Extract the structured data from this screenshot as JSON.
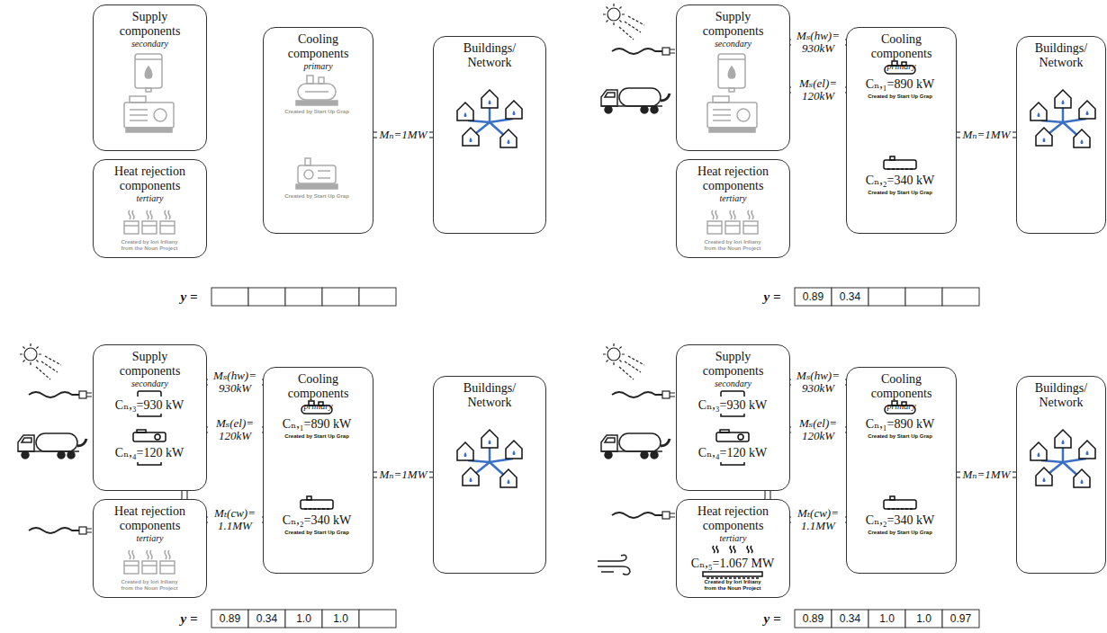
{
  "diagram": {
    "nodes": [
      {
        "text": [
          "Supply components",
          "secondary"
        ]
      },
      {
        "text": [
          "Heat rejection components",
          "tertiary"
        ]
      },
      {
        "text": [
          "Cooling components",
          "primary"
        ]
      },
      {
        "text": [
          "Buildings/ Network"
        ]
      },
      {
        "text": [
          "Supply components",
          "secondary"
        ]
      },
      {
        "text": [
          "Heat rejection components",
          "tertiary"
        ]
      },
      {
        "text": [
          "Cooling components",
          "primary"
        ]
      },
      {
        "text": [
          "Buildings/ Network"
        ]
      },
      {
        "text": [
          "Supply components",
          "secondary"
        ]
      },
      {
        "text": [
          "Heat rejection components",
          "tertiary"
        ]
      },
      {
        "text": [
          "Cooling components",
          "primary"
        ]
      },
      {
        "text": [
          "Buildings/ Network"
        ]
      },
      {
        "text": [
          "Supply components",
          "secondary"
        ]
      },
      {
        "text": [
          "Heat rejection components",
          "tertiary"
        ]
      },
      {
        "text": [
          "Cooling components",
          "primary"
        ]
      },
      {
        "text": [
          "Buildings/ Network"
        ]
      }
    ],
    "edges": [
      {
        "from": 2,
        "to": 3,
        "label": "Mₙ=1MW",
        "arrow": "none"
      },
      {
        "from": 4,
        "to": 6,
        "label": "Mₛ(hw)= 930kW",
        "arrow": "none"
      },
      {
        "from": 4,
        "to": 6,
        "label": "Mₛ(el)= 120kW",
        "arrow": "none"
      },
      {
        "from": 6,
        "to": 7,
        "label": "Mₙ=1MW",
        "arrow": "none"
      },
      {
        "from": 8,
        "to": 10,
        "label": "Mₛ(hw)= 930kW",
        "arrow": "none"
      },
      {
        "from": 8,
        "to": 10,
        "label": "Mₛ(el)= 120kW",
        "arrow": "none"
      },
      {
        "from": 9,
        "to": 10,
        "label": "Mₜ(cw)= 1.1MW",
        "arrow": "none"
      },
      {
        "from": 8,
        "to": 9,
        "arrow": "none"
      },
      {
        "from": 10,
        "to": 11,
        "label": "Mₙ=1MW",
        "arrow": "none"
      },
      {
        "from": 12,
        "to": 14,
        "label": "Mₛ(hw)= 930kW",
        "arrow": "none"
      },
      {
        "from": 12,
        "to": 14,
        "label": "Mₛ(el)= 120kW",
        "arrow": "none"
      },
      {
        "from": 13,
        "to": 14,
        "label": "Mₜ(cw)= 1.1MW",
        "arrow": "none"
      },
      {
        "from": 12,
        "to": 13,
        "arrow": "none"
      },
      {
        "from": 14,
        "to": 15,
        "label": "Mₙ=1MW",
        "arrow": "none"
      }
    ],
    "labels": [
      "y =",
      "Created by Start Up Grap",
      "Created by Start Up Grap",
      "Created by Iori Iriliany from the Noun Project",
      "Cₙ,₁=890 kW",
      "Cₙ,₂=340 kW",
      "Created by Start Up Grap",
      "Created by Start Up Grap",
      "Created by Iori Iriliany from the Noun Project",
      "y =",
      "0.89",
      "0.34",
      "Cₙ,₃=930 kW",
      "Cₙ,₄=120 kW",
      "Cₙ,₁=890 kW",
      "Cₙ,₂=340 kW",
      "Created by Start Up Grap",
      "Created by Start Up Grap",
      "Created by Iori Iriliany from the Noun Project",
      "y =",
      "0.89",
      "0.34",
      "1.0",
      "1.0",
      "Cₙ,₃=930 kW",
      "Cₙ,₄=120 kW",
      "Cₙ,₁=890 kW",
      "Cₙ,₂=340 kW",
      "Cₙ,₅=1.067 MW",
      "Created by Start Up Grap",
      "Created by Start Up Grap",
      "Created by Iori Iriliany from the Noun Project",
      "y =",
      "0.89",
      "0.34",
      "1.0",
      "1.0",
      "0.97"
    ]
  }
}
